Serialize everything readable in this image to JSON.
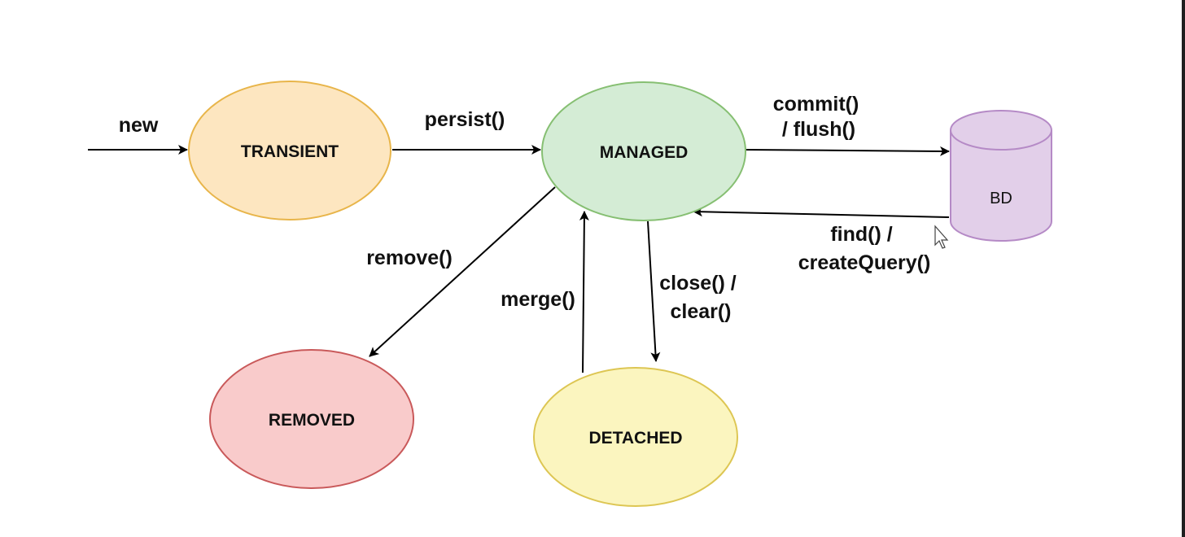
{
  "diagram": {
    "nodes": {
      "transient": {
        "label": "TRANSIENT",
        "fill": "#fde6c0",
        "stroke": "#e8b54a"
      },
      "managed": {
        "label": "MANAGED",
        "fill": "#d4ecd5",
        "stroke": "#86bf72"
      },
      "removed": {
        "label": "REMOVED",
        "fill": "#f9cbcb",
        "stroke": "#c9595a"
      },
      "detached": {
        "label": "DETACHED",
        "fill": "#fbf5bf",
        "stroke": "#ddc653"
      },
      "db": {
        "label": "BD",
        "fill": "#e2cfe9",
        "stroke": "#b58ac6"
      }
    },
    "edges": {
      "new": {
        "label": "new"
      },
      "persist": {
        "label": "persist()"
      },
      "commit": {
        "line1": "commit()",
        "line2": "/ flush()"
      },
      "find": {
        "line1": "find() /",
        "line2": "createQuery()"
      },
      "remove": {
        "label": "remove()"
      },
      "merge": {
        "label": "merge()"
      },
      "close": {
        "line1": "close() /",
        "line2": "clear()"
      }
    }
  }
}
